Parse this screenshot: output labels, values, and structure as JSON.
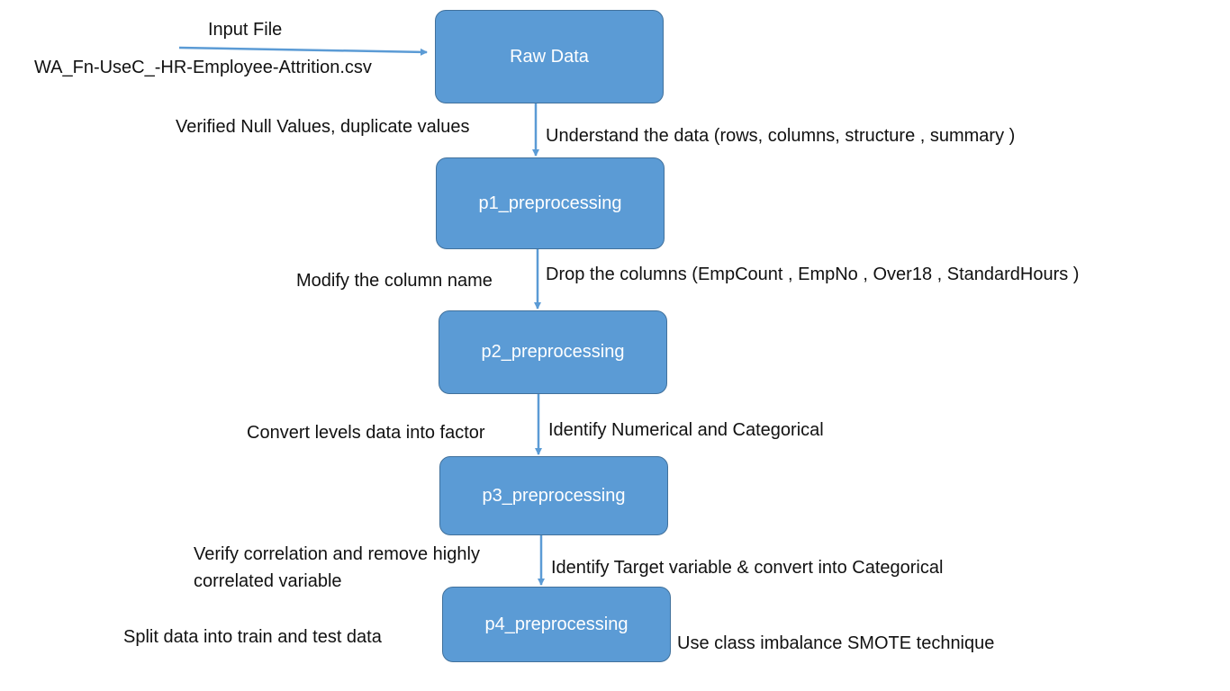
{
  "input": {
    "title": "Input File",
    "filename": "WA_Fn-UseC_-HR-Employee-Attrition.csv"
  },
  "nodes": [
    {
      "id": "raw",
      "label": "Raw Data"
    },
    {
      "id": "p1",
      "label": "p1_preprocessing"
    },
    {
      "id": "p2",
      "label": "p2_preprocessing"
    },
    {
      "id": "p3",
      "label": "p3_preprocessing"
    },
    {
      "id": "p4",
      "label": "p4_preprocessing"
    }
  ],
  "steps": {
    "raw_to_p1": {
      "left": "Verified Null Values, duplicate values",
      "right": "Understand the data (rows, columns, structure , summary )"
    },
    "p1_to_p2": {
      "left": "Modify the column name",
      "right": "Drop the columns (EmpCount , EmpNo , Over18 , StandardHours )"
    },
    "p2_to_p3": {
      "left": "Convert levels data into factor",
      "right": "Identify Numerical and Categorical"
    },
    "p3_to_p4": {
      "left": "Verify correlation and remove highly correlated variable",
      "right": "Identify Target variable & convert into Categorical"
    },
    "p4": {
      "left": "Split data into train and test data",
      "right": "Use class imbalance SMOTE technique"
    }
  },
  "colors": {
    "node_fill": "#5b9bd5",
    "node_border": "#41719c",
    "node_text": "#ffffff",
    "connector": "#5b9bd5",
    "text": "#111111"
  }
}
